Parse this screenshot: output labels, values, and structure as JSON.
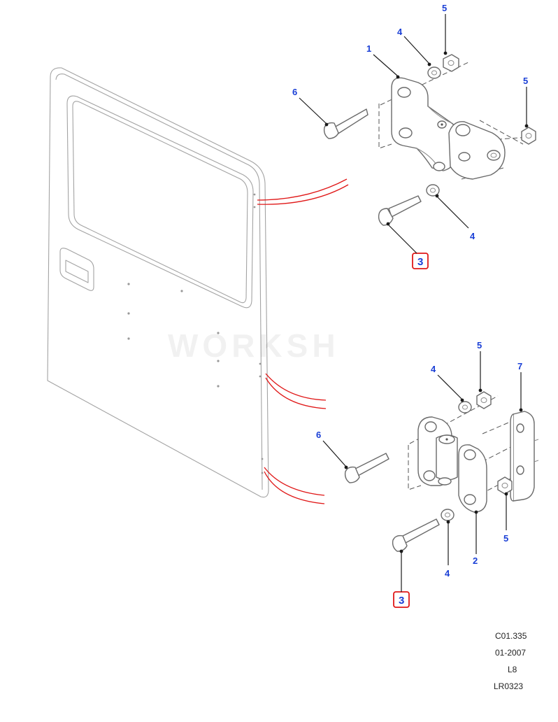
{
  "watermark": "WORKSH",
  "callouts": {
    "c5a": "5",
    "c4a": "4",
    "c1": "1",
    "c6a": "6",
    "c5b": "5",
    "c4b": "4",
    "c3a": "3",
    "c5c": "5",
    "c4c": "4",
    "c7": "7",
    "c6b": "6",
    "c5d": "5",
    "c2": "2",
    "c4d": "4",
    "c3b": "3"
  },
  "reference_block": [
    "C01.335",
    "01-2007",
    "L8",
    "LR0323"
  ],
  "colors": {
    "callout": "#1a3fd6",
    "highlight": "#e01818",
    "linework": "#6a6a6a"
  }
}
